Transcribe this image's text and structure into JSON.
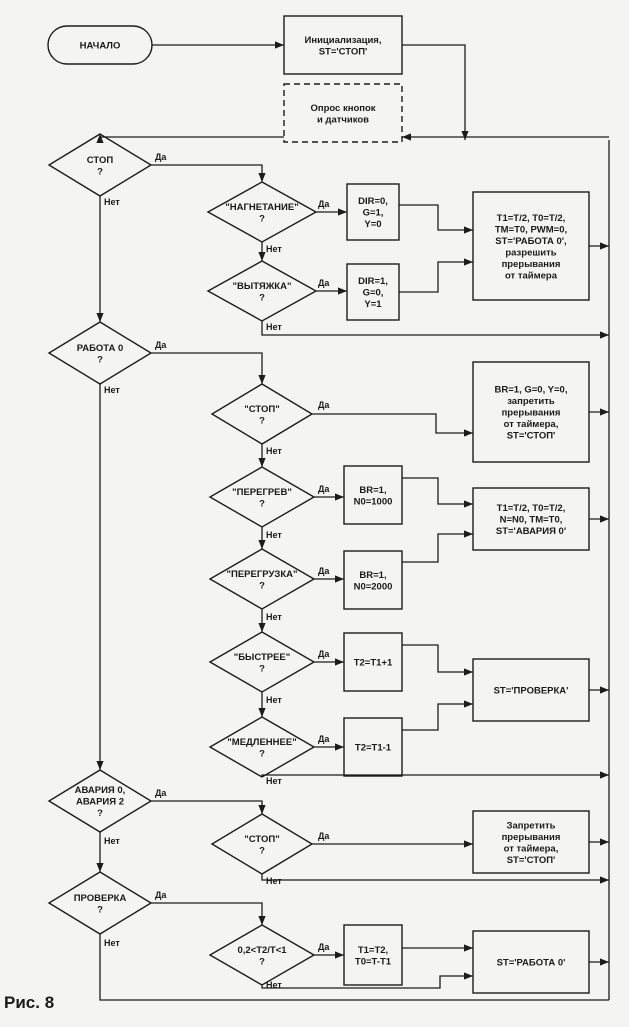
{
  "figure": {
    "caption": "Рис. 8",
    "yes_label": "Да",
    "no_label": "Нет",
    "nodes": {
      "start": {
        "type": "terminal",
        "lines": [
          "НАЧАЛО"
        ]
      },
      "init": {
        "type": "process",
        "lines": [
          "Инициализация,",
          "ST='СТОП'"
        ]
      },
      "poll": {
        "type": "io-dashed",
        "lines": [
          "Опрос кнопок",
          "и датчиков"
        ]
      },
      "q_stop": {
        "type": "decision",
        "lines": [
          "СТОП",
          "?"
        ]
      },
      "q_pump": {
        "type": "decision",
        "lines": [
          "\"НАГНЕТАНИЕ\"",
          "?"
        ]
      },
      "p_pump": {
        "type": "process",
        "lines": [
          "DIR=0,",
          "G=1,",
          "Y=0"
        ]
      },
      "q_exhaust": {
        "type": "decision",
        "lines": [
          "\"ВЫТЯЖКА\"",
          "?"
        ]
      },
      "p_exhaust": {
        "type": "process",
        "lines": [
          "DIR=1,",
          "G=0,",
          "Y=1"
        ]
      },
      "p_start_work": {
        "type": "process",
        "lines": [
          "T1=T/2, T0=T/2,",
          "TM=T0, PWM=0,",
          "ST='РАБОТА 0',",
          "разрешить",
          "прерывания",
          "от таймера"
        ]
      },
      "q_work0": {
        "type": "decision",
        "lines": [
          "РАБОТА 0",
          "?"
        ]
      },
      "q_btn_stop": {
        "type": "decision",
        "lines": [
          "\"СТОП\"",
          "?"
        ]
      },
      "p_stop": {
        "type": "process",
        "lines": [
          "BR=1, G=0, Y=0,",
          "запретить",
          "прерывания",
          "от таймера,",
          "ST='СТОП'"
        ]
      },
      "q_overheat": {
        "type": "decision",
        "lines": [
          "\"ПЕРЕГРЕВ\"",
          "?"
        ]
      },
      "p_overheat": {
        "type": "process",
        "lines": [
          "BR=1,",
          "N0=1000"
        ]
      },
      "q_overload": {
        "type": "decision",
        "lines": [
          "\"ПЕРЕГРУЗКА\"",
          "?"
        ]
      },
      "p_overload": {
        "type": "process",
        "lines": [
          "BR=1,",
          "N0=2000"
        ]
      },
      "p_alarm": {
        "type": "process",
        "lines": [
          "T1=T/2, T0=T/2,",
          "N=N0, TM=T0,",
          "ST='АВАРИЯ 0'"
        ]
      },
      "q_faster": {
        "type": "decision",
        "lines": [
          "\"БЫСТРЕЕ\"",
          "?"
        ]
      },
      "p_faster": {
        "type": "process",
        "lines": [
          "T2=T1+1"
        ]
      },
      "q_slower": {
        "type": "decision",
        "lines": [
          "\"МЕДЛЕННЕЕ\"",
          "?"
        ]
      },
      "p_slower": {
        "type": "process",
        "lines": [
          "T2=T1-1"
        ]
      },
      "p_check": {
        "type": "process",
        "lines": [
          "ST='ПРОВЕРКА'"
        ]
      },
      "q_alarm": {
        "type": "decision",
        "lines": [
          "АВАРИЯ 0,",
          "АВАРИЯ 2",
          "?"
        ]
      },
      "q_btn_stop2": {
        "type": "decision",
        "lines": [
          "\"СТОП\"",
          "?"
        ]
      },
      "p_stop2": {
        "type": "process",
        "lines": [
          "Запретить",
          "прерывания",
          "от таймера,",
          "ST='СТОП'"
        ]
      },
      "q_check": {
        "type": "decision",
        "lines": [
          "ПРОВЕРКА",
          "?"
        ]
      },
      "q_range": {
        "type": "decision",
        "lines": [
          "0,2<T2/T<1",
          "?"
        ]
      },
      "p_range": {
        "type": "process",
        "lines": [
          "T1=T2,",
          "T0=T-T1"
        ]
      },
      "p_work0": {
        "type": "process",
        "lines": [
          "ST='РАБОТА 0'"
        ]
      }
    }
  }
}
